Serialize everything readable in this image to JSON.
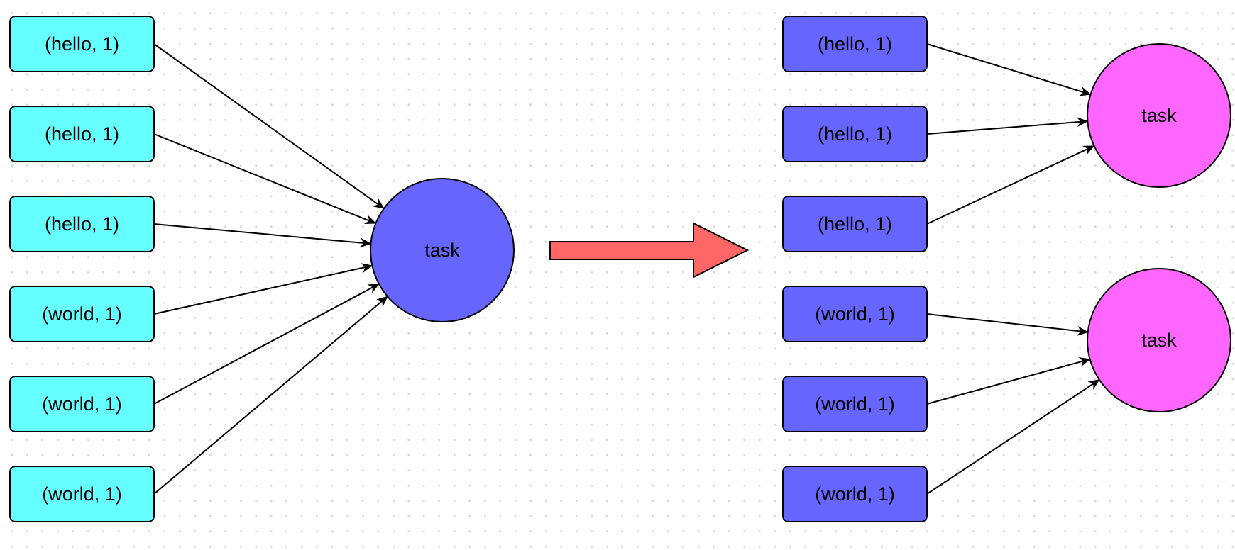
{
  "colors": {
    "input_box_fill": "#66ffff",
    "task_circle_fill": "#6666ff",
    "output_box_fill": "#6666ff",
    "shuffle_task_fill": "#ff66ff",
    "transition_arrow_fill": "#ff6666",
    "stroke": "#000000"
  },
  "before": {
    "records": [
      {
        "label": "(hello, 1)"
      },
      {
        "label": "(hello, 1)"
      },
      {
        "label": "(hello, 1)"
      },
      {
        "label": "(world, 1)"
      },
      {
        "label": "(world, 1)"
      },
      {
        "label": "(world, 1)"
      }
    ],
    "task": {
      "label": "task"
    }
  },
  "after": {
    "records": [
      {
        "label": "(hello, 1)",
        "task": 0
      },
      {
        "label": "(hello, 1)",
        "task": 0
      },
      {
        "label": "(hello, 1)",
        "task": 0
      },
      {
        "label": "(world, 1)",
        "task": 1
      },
      {
        "label": "(world, 1)",
        "task": 1
      },
      {
        "label": "(world, 1)",
        "task": 1
      }
    ],
    "tasks": [
      {
        "label": "task"
      },
      {
        "label": "task"
      }
    ]
  }
}
